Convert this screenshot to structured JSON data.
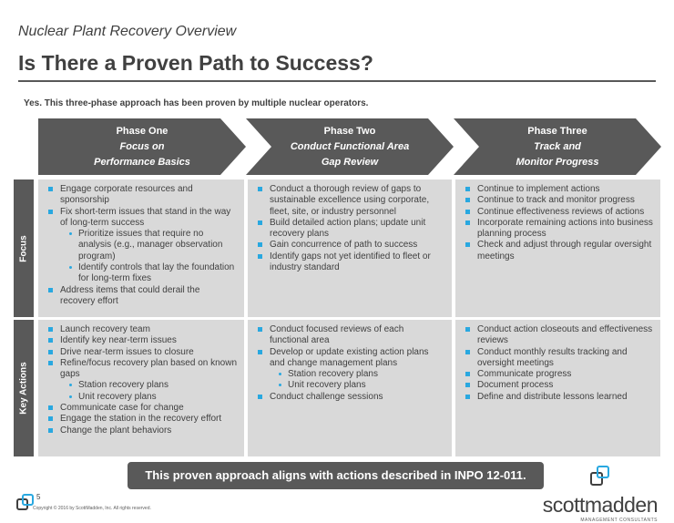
{
  "header": {
    "subtitle": "Nuclear Plant Recovery Overview",
    "title": "Is There a Proven Path to Success?",
    "intro": "Yes. This three-phase approach has been proven by multiple nuclear operators."
  },
  "phases": [
    {
      "name": "Phase One",
      "line1": "Focus on",
      "line2": "Performance Basics"
    },
    {
      "name": "Phase Two",
      "line1": "Conduct Functional Area",
      "line2": "Gap Review"
    },
    {
      "name": "Phase Three",
      "line1": "Track and",
      "line2": "Monitor Progress"
    }
  ],
  "rows": {
    "focus": "Focus",
    "key_actions": "Key Actions"
  },
  "focus": [
    [
      "Engage  corporate resources and sponsorship",
      "Fix short-term issues that stand in the way of long-term success",
      "Prioritize  issues that require no analysis (e.g., manager observation program)",
      "Identify controls that lay the foundation for long-term fixes",
      "Address items that could derail the recovery effort"
    ],
    [
      "Conduct a thorough review of gaps to sustainable excellence using corporate, fleet, site, or industry personnel",
      "Build detailed action plans; update unit recovery plans",
      "Gain concurrence of path to success",
      "Identify gaps not yet identified to fleet or industry standard"
    ],
    [
      "Continue to implement actions",
      "Continue to track and monitor progress",
      "Continue effectiveness reviews of actions",
      "Incorporate remaining actions into business planning process",
      "Check and adjust through regular oversight meetings"
    ]
  ],
  "key_actions": [
    [
      "Launch recovery team",
      "Identify key near-term issues",
      "Drive near-term issues to closure",
      "Refine/focus recovery plan based on known gaps",
      "Station recovery plans",
      "Unit recovery plans",
      "Communicate  case for change",
      "Engage the station in the recovery effort",
      "Change the plant behaviors"
    ],
    [
      "Conduct focused reviews of each functional area",
      "Develop or update existing action plans and change management plans",
      "Station recovery plans",
      "Unit recovery plans",
      "Conduct challenge sessions"
    ],
    [
      "Conduct action closeouts and effectiveness reviews",
      "Conduct monthly results tracking and oversight meetings",
      "Communicate  progress",
      "Document  process",
      "Define and distribute lessons learned"
    ]
  ],
  "sub_flags": {
    "focus": [
      [
        2,
        3
      ],
      [],
      []
    ],
    "key_actions": [
      [
        4,
        5
      ],
      [
        2,
        3
      ],
      []
    ]
  },
  "banner": "This proven approach aligns with actions described in INPO 12-011.",
  "footer": {
    "page": "5",
    "copyright": "Copyright © 2016 by ScottMadden, Inc. All rights reserved.",
    "logo": "scottmadden",
    "logo_tag": "MANAGEMENT CONSULTANTS"
  },
  "colors": {
    "dark": "#595959",
    "cell": "#d9d9d9",
    "bullet": "#29a8e0"
  }
}
